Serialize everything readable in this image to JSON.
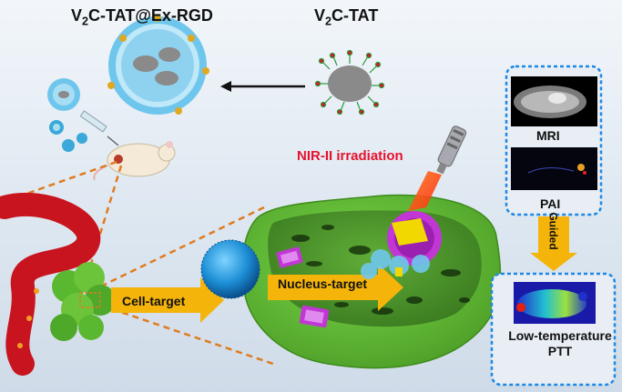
{
  "labels": {
    "title_left_main": "V",
    "title_left_sub": "2",
    "title_left_rest": "C-TAT@Ex-RGD",
    "title_right_main": "V",
    "title_right_sub": "2",
    "title_right_rest": "C-TAT",
    "nir": "NIR-II irradiation",
    "mri": "MRI",
    "pai": "PAI",
    "guided": "Guided",
    "ptt": "Low-temperature PTT",
    "cell_target": "Cell-target",
    "nucleus_target": "Nucleus-target"
  },
  "colors": {
    "nir_text": "#e8112d",
    "arrow_orange": "#f5b40a",
    "dashed_box": "#1e88e5",
    "cell_green": "#6cc43b",
    "vessel_red": "#c8141e",
    "exosome_blue": "#2aa3d8",
    "nanosheet_magenta": "#c236d6"
  }
}
